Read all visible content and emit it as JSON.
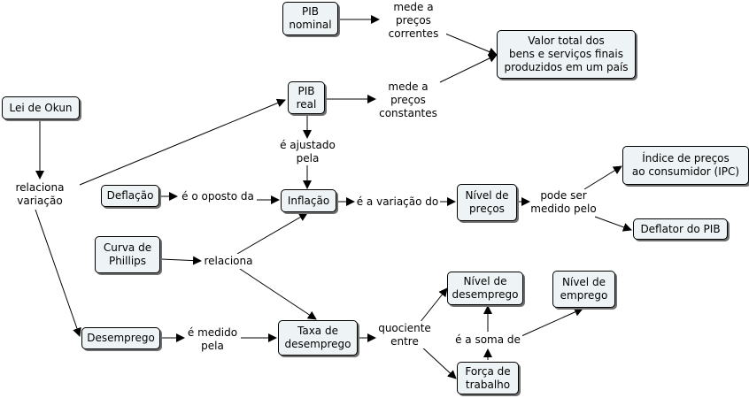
{
  "concepts": {
    "pib_nominal": "PIB\nnominal",
    "valor_total": "Valor total dos\nbens e serviços finais\nproduzidos em um país",
    "lei_okun": "Lei de Okun",
    "pib_real": "PIB\nreal",
    "indice_precos": "Índice de preços\nao consumidor (IPC)",
    "deflacao": "Deflação",
    "inflacao": "Inflação",
    "nivel_precos": "Nível de\npreços",
    "deflator_pib": "Deflator do PIB",
    "curva_phillips": "Curva de\nPhillips",
    "nivel_desemprego": "Nível de\ndesemprego",
    "nivel_emprego": "Nível de\nemprego",
    "desemprego": "Desemprego",
    "taxa_desemprego": "Taxa de\ndesemprego",
    "forca_trabalho": "Força de\ntrabalho"
  },
  "links": {
    "mede_precos_correntes": "mede a\npreços\ncorrentes",
    "mede_precos_constantes": "mede a\npreços\nconstantes",
    "relaciona_variacao": "relaciona\nvariação",
    "e_ajustado_pela": "é ajustado\npela",
    "e_o_oposto_da": "é o oposto da",
    "e_a_variacao_do": "é a variação do",
    "pode_ser_medido_pelo": "pode ser\nmedido pelo",
    "relaciona": "relaciona",
    "e_medido_pela": "é medido\npela",
    "quociente_entre": "quociente\nentre",
    "e_a_soma_de": "é a soma de"
  }
}
